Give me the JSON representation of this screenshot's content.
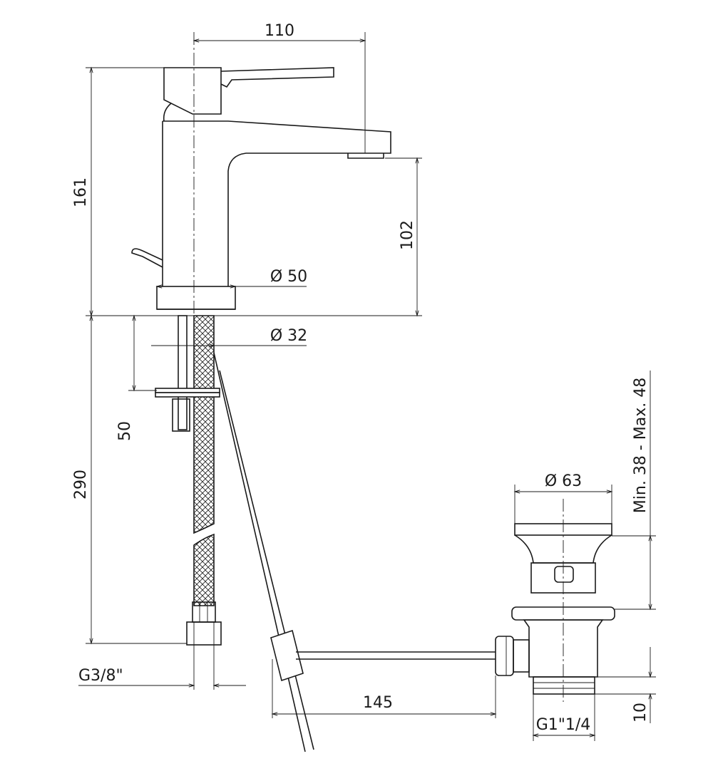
{
  "title": "Basin mixer technical drawing",
  "dimensions": {
    "spout_reach": "110",
    "total_height": "161",
    "spout_height": "102",
    "base_diameter": "Ø 50",
    "hole_diameter": "Ø 32",
    "rod_length": "50",
    "hose_length": "290",
    "hose_thread": "G3/8\"",
    "waste_diameter": "Ø 63",
    "waste_range": "Min. 38  -  Max. 48",
    "rod_reach": "145",
    "waste_thread": "G1\"1/4",
    "thread_height": "10"
  }
}
